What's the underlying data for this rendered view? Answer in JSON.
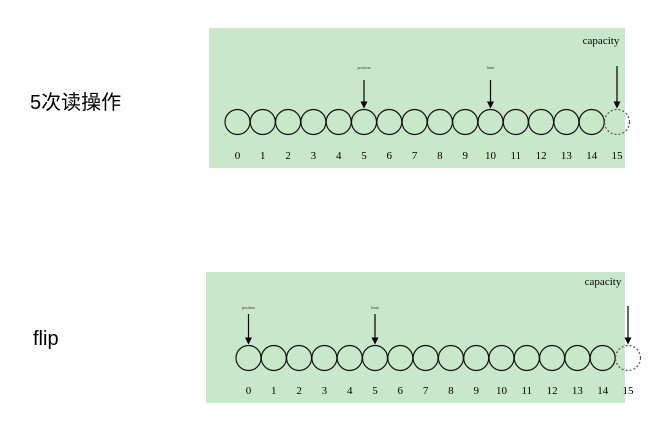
{
  "panels": [
    {
      "label": "5次读操作",
      "capacity_label": "capacity",
      "position_marker": "position",
      "limit_marker": "limit",
      "position_index": 5,
      "limit_index": 10,
      "capacity_index": 15,
      "indices": [
        "0",
        "1",
        "2",
        "3",
        "4",
        "5",
        "6",
        "7",
        "8",
        "9",
        "10",
        "11",
        "12",
        "13",
        "14",
        "15"
      ]
    },
    {
      "label": "flip",
      "capacity_label": "capacity",
      "position_marker": "position",
      "limit_marker": "limit",
      "position_index": 0,
      "limit_index": 5,
      "capacity_index": 15,
      "indices": [
        "0",
        "1",
        "2",
        "3",
        "4",
        "5",
        "6",
        "7",
        "8",
        "9",
        "10",
        "11",
        "12",
        "13",
        "14",
        "15"
      ]
    }
  ],
  "colors": {
    "panel_bg": "#c9e8c9",
    "stroke": "#111111",
    "dashed": "#555555"
  }
}
